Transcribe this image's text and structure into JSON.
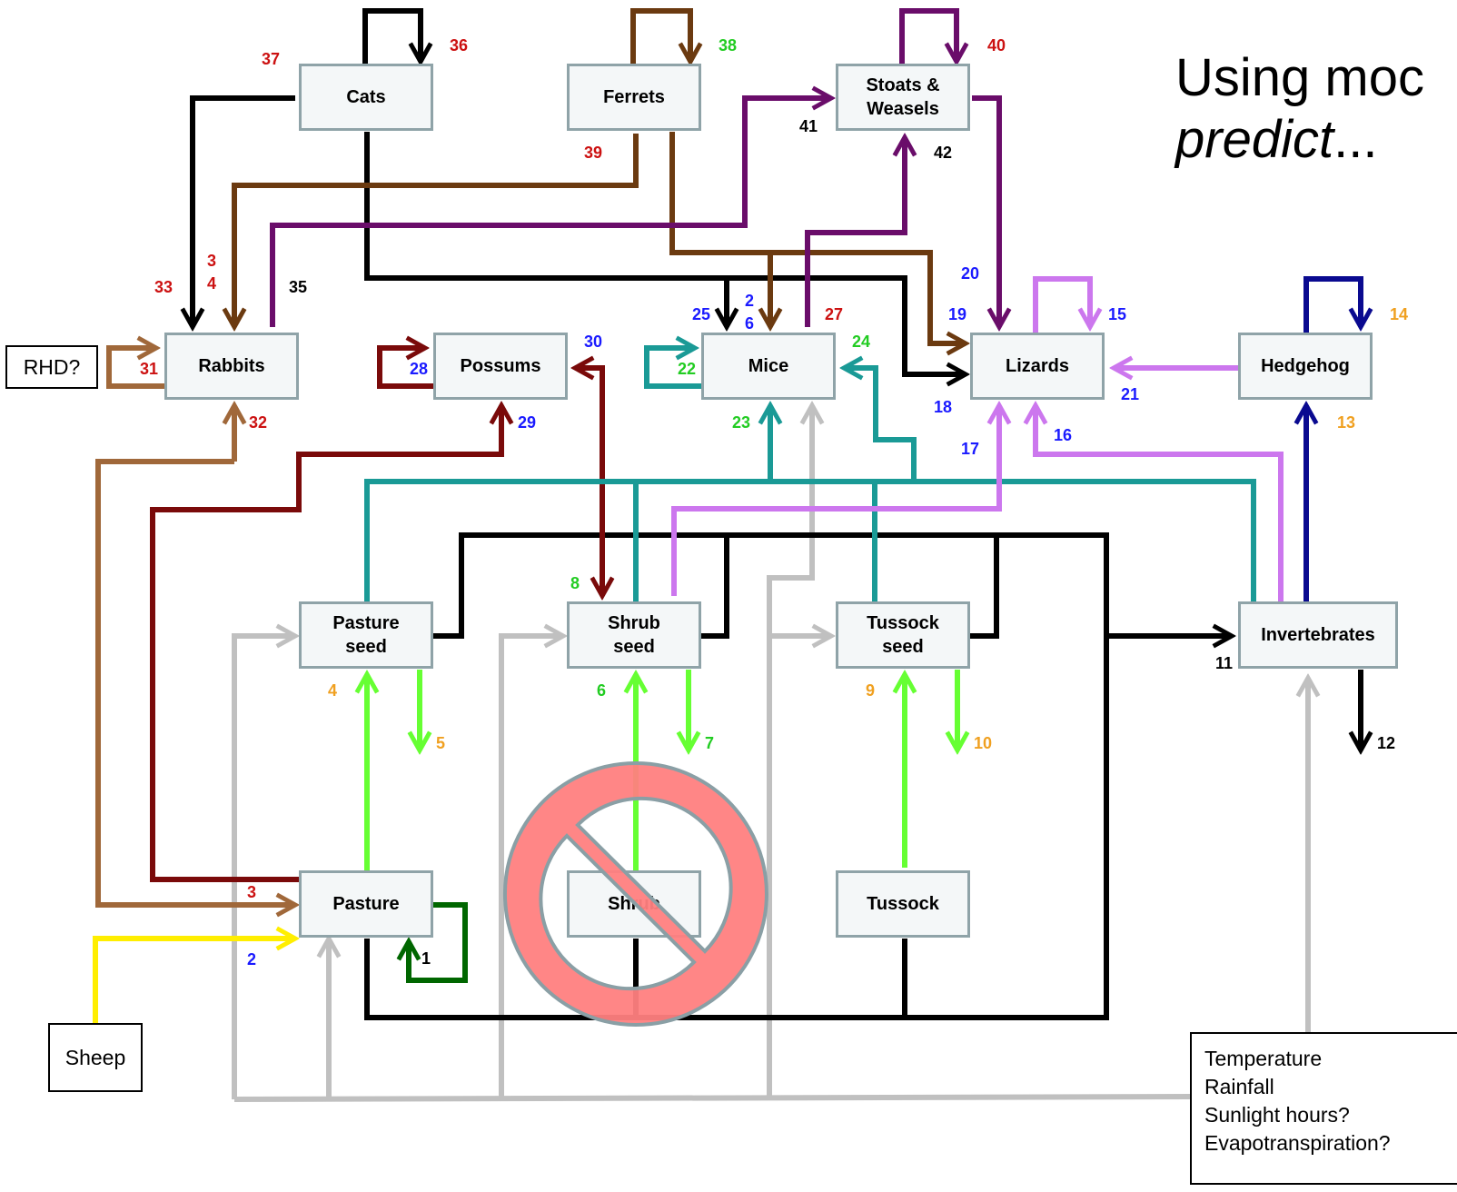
{
  "title": {
    "line1": "Using moc",
    "line2_italic": "predict",
    "line2_rest": "..."
  },
  "nodes": {
    "cats": "Cats",
    "ferrets": "Ferrets",
    "stoats": "Stoats &\nWeasels",
    "rabbits": "Rabbits",
    "possums": "Possums",
    "mice": "Mice",
    "lizards": "Lizards",
    "hedgehog": "Hedgehog",
    "pasture_seed": "Pasture\nseed",
    "shrub_seed": "Shrub\nseed",
    "tussock_seed": "Tussock\nseed",
    "invertebrates": "Invertebrates",
    "pasture": "Pasture",
    "shrub": "Shrub",
    "tussock": "Tussock"
  },
  "external": {
    "rhd": "RHD?",
    "sheep": "Sheep"
  },
  "environment": [
    "Temperature",
    "Rainfall",
    "Sunlight hours?",
    "Evapotranspiration?"
  ],
  "link_numbers": [
    {
      "text": "1",
      "color": "#000000"
    },
    {
      "text": "2",
      "color": "#1a1aff"
    },
    {
      "text": "3",
      "color": "#cc1111"
    },
    {
      "text": "4",
      "color": "#f0a020"
    },
    {
      "text": "5",
      "color": "#f0a020"
    },
    {
      "text": "6",
      "color": "#22cc22"
    },
    {
      "text": "7",
      "color": "#22cc22"
    },
    {
      "text": "8",
      "color": "#22cc22"
    },
    {
      "text": "9",
      "color": "#f0a020"
    },
    {
      "text": "10",
      "color": "#f0a020"
    },
    {
      "text": "11",
      "color": "#000000"
    },
    {
      "text": "12",
      "color": "#000000"
    },
    {
      "text": "13",
      "color": "#f0a020"
    },
    {
      "text": "14",
      "color": "#f0a020"
    },
    {
      "text": "15",
      "color": "#1a1aff"
    },
    {
      "text": "16",
      "color": "#1a1aff"
    },
    {
      "text": "17",
      "color": "#1a1aff"
    },
    {
      "text": "18",
      "color": "#1a1aff"
    },
    {
      "text": "19",
      "color": "#1a1aff"
    },
    {
      "text": "20",
      "color": "#1a1aff"
    },
    {
      "text": "21",
      "color": "#1a1aff"
    },
    {
      "text": "22",
      "color": "#22cc22"
    },
    {
      "text": "23",
      "color": "#22cc22"
    },
    {
      "text": "24",
      "color": "#22cc22"
    },
    {
      "text": "25",
      "color": "#1a1aff"
    },
    {
      "text": "2",
      "color": "#1a1aff"
    },
    {
      "text": "6",
      "color": "#1a1aff"
    },
    {
      "text": "27",
      "color": "#cc1111"
    },
    {
      "text": "28",
      "color": "#1a1aff"
    },
    {
      "text": "29",
      "color": "#1a1aff"
    },
    {
      "text": "30",
      "color": "#1a1aff"
    },
    {
      "text": "31",
      "color": "#cc1111"
    },
    {
      "text": "32",
      "color": "#cc1111"
    },
    {
      "text": "33",
      "color": "#cc1111"
    },
    {
      "text": "3",
      "color": "#cc1111"
    },
    {
      "text": "4",
      "color": "#cc1111"
    },
    {
      "text": "35",
      "color": "#000000"
    },
    {
      "text": "36",
      "color": "#cc1111"
    },
    {
      "text": "37",
      "color": "#cc1111"
    },
    {
      "text": "38",
      "color": "#22cc22"
    },
    {
      "text": "39",
      "color": "#cc1111"
    },
    {
      "text": "40",
      "color": "#cc1111"
    },
    {
      "text": "41",
      "color": "#000000"
    },
    {
      "text": "42",
      "color": "#000000"
    },
    {
      "text": "3",
      "color": "#cc1111"
    },
    {
      "text": "2",
      "color": "#1a1aff"
    }
  ],
  "colors": {
    "black": "#000000",
    "brown": "#6b3a10",
    "tan": "#a0683a",
    "purple": "#6a0d6a",
    "maroon": "#7a0a0a",
    "teal": "#1a9a96",
    "violet": "#cc77ee",
    "navy": "#0a0a90",
    "lime": "#66ff33",
    "darkgreen": "#006600",
    "yellow": "#ffee00",
    "gray": "#c0c0c0",
    "prohibition_fill": "#ff8080",
    "prohibition_stroke": "#8a9fa5"
  },
  "prohibition_symbol": "no-entry-icon"
}
